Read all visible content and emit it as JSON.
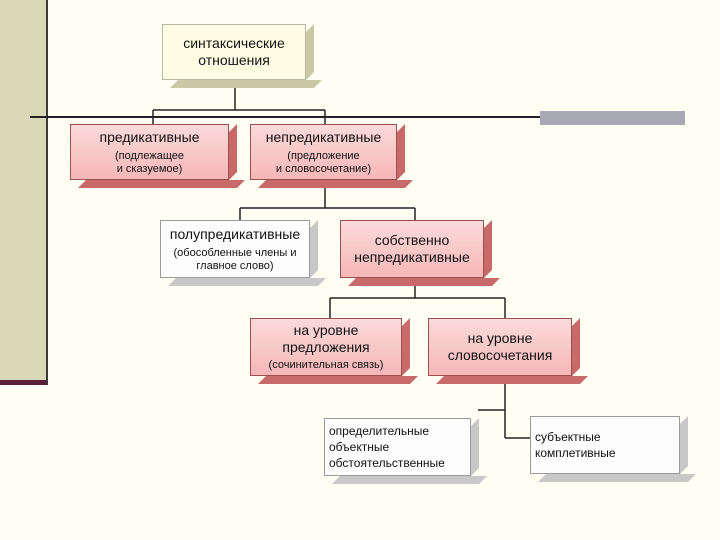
{
  "root": {
    "title": "синтаксические отношения",
    "line1": "синтаксические",
    "line2": "отношения"
  },
  "predicative": {
    "label": "предикативные",
    "sub1": "(подлежащее",
    "sub2": "и сказуемое)"
  },
  "nonpredicative": {
    "label": "непредикативные",
    "sub1": "(предложение",
    "sub2": "и словосочетание)"
  },
  "semipredicative": {
    "label": "полупредикативные",
    "sub1": "(обособленные члены и",
    "sub2": "главное слово)"
  },
  "proper_nonpredicative": {
    "line1": "собственно",
    "line2": "непредикативные"
  },
  "sentence_level": {
    "line1": "на уровне",
    "line2": "предложения",
    "sub": "(сочинительная связь)"
  },
  "phrase_level": {
    "line1": "на уровне",
    "line2": "словосочетания"
  },
  "phrase_types_a": {
    "items": [
      "определительные",
      "объектные",
      "обстоятельственные"
    ]
  },
  "phrase_types_b": {
    "items": [
      "субъектные",
      "комплетивные"
    ]
  },
  "colors": {
    "background": "#fefef2",
    "box_pink": "#f6b7b7",
    "box_cream": "#fefde4",
    "accent": "#5b1f3c"
  }
}
